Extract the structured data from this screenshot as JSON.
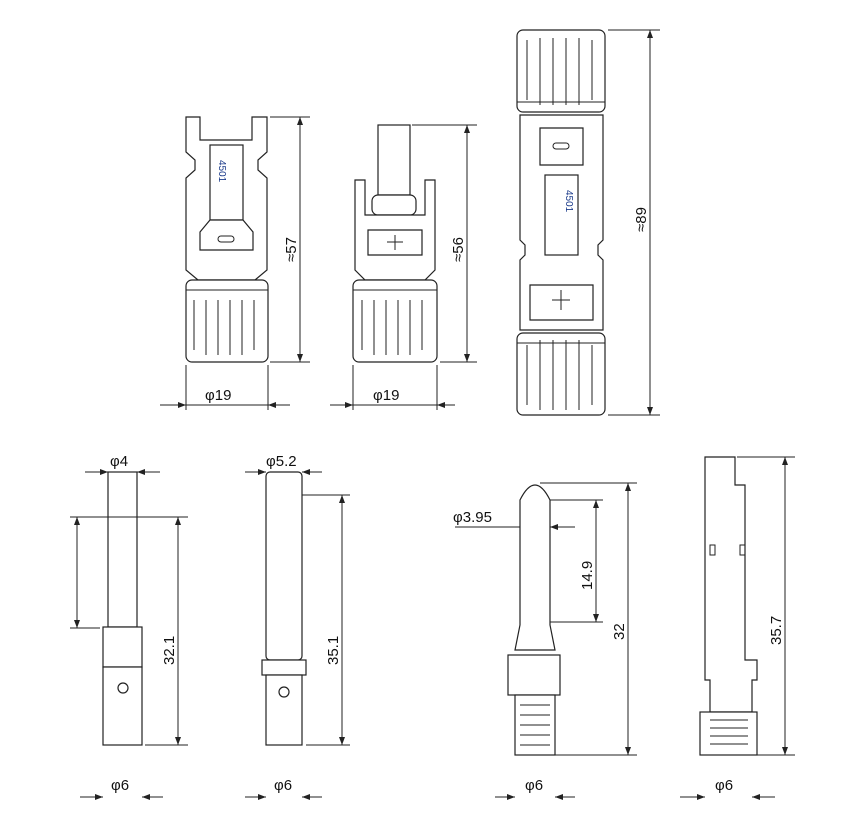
{
  "connectors": {
    "female": {
      "length": "≈57",
      "diameter": "φ19",
      "marking": "4501"
    },
    "male": {
      "length": "≈56",
      "diameter": "φ19"
    },
    "assembly": {
      "length": "≈89",
      "marking": "4501"
    }
  },
  "pins": [
    {
      "tip": "φ4",
      "length": "32.1",
      "base": "φ6"
    },
    {
      "tip": "φ5.2",
      "length": "35.1",
      "base": "φ6"
    },
    {
      "tip": "φ3.95",
      "partial": "14.9",
      "length": "32",
      "base": "φ6"
    },
    {
      "length": "35.7",
      "base": "φ6"
    }
  ]
}
